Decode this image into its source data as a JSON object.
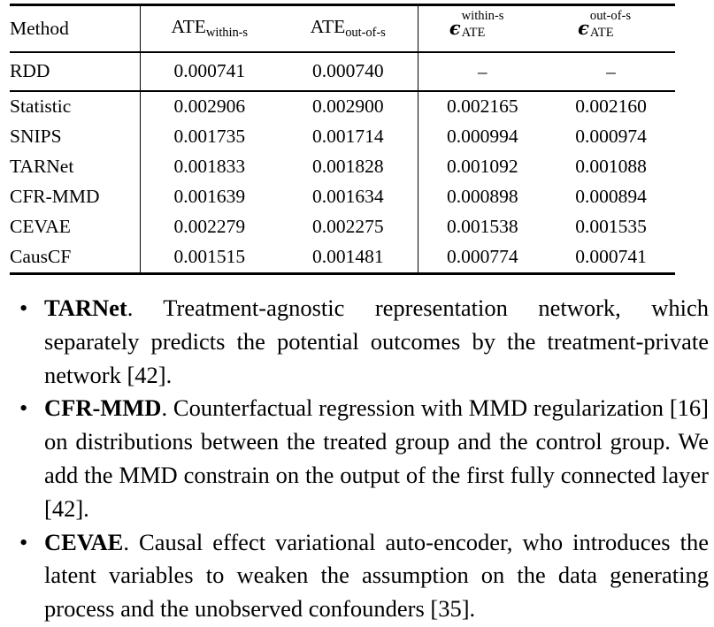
{
  "table": {
    "name": "ate-comparison-table",
    "columns": [
      {
        "key": "method",
        "label": "Method",
        "math": false
      },
      {
        "key": "ate_within",
        "base": "ATE",
        "sub": "within-s",
        "sup": "",
        "math": true
      },
      {
        "key": "ate_out",
        "base": "ATE",
        "sub": "out-of-s",
        "sup": "",
        "math": true
      },
      {
        "key": "eps_within",
        "base": "ϵ",
        "sub": "ATE",
        "sup": "within-s",
        "math": true
      },
      {
        "key": "eps_out",
        "base": "ϵ",
        "sub": "ATE",
        "sup": "out-of-s",
        "math": true
      }
    ],
    "group_baseline": [
      {
        "method": "RDD",
        "ate_within": "0.000741",
        "ate_out": "0.000740",
        "eps_within": "–",
        "eps_out": "–",
        "bold": false
      }
    ],
    "group_models": [
      {
        "method": "Statistic",
        "ate_within": "0.002906",
        "ate_out": "0.002900",
        "eps_within": "0.002165",
        "eps_out": "0.002160",
        "bold": false
      },
      {
        "method": "SNIPS",
        "ate_within": "0.001735",
        "ate_out": "0.001714",
        "eps_within": "0.000994",
        "eps_out": "0.000974",
        "bold": false
      },
      {
        "method": "TARNet",
        "ate_within": "0.001833",
        "ate_out": "0.001828",
        "eps_within": "0.001092",
        "eps_out": "0.001088",
        "bold": false
      },
      {
        "method": "CFR-MMD",
        "ate_within": "0.001639",
        "ate_out": "0.001634",
        "eps_within": "0.000898",
        "eps_out": "0.000894",
        "bold": false
      },
      {
        "method": "CEVAE",
        "ate_within": "0.002279",
        "ate_out": "0.002275",
        "eps_within": "0.001538",
        "eps_out": "0.001535",
        "bold": false
      },
      {
        "method": "CausCF",
        "ate_within": "0.001515",
        "ate_out": "0.001481",
        "eps_within": "0.000774",
        "eps_out": "0.000741",
        "bold": true
      }
    ]
  },
  "bullets": [
    {
      "term": "TARNet",
      "text": ". Treatment-agnostic representation network, which separately predicts the potential outcomes by the treatment-private network [42]."
    },
    {
      "term": "CFR-MMD",
      "text": ". Counterfactual regression with MMD regularization [16] on distributions between the treated group and the control group. We add the MMD constrain on the output of the first fully connected layer [42]."
    },
    {
      "term": "CEVAE",
      "text": ". Causal effect variational auto-encoder, who introduces the latent variables to weaken the assumption on the data generating process and the unobserved confounders [35]."
    }
  ],
  "colors": {
    "text": "#000000",
    "rule": "#000000",
    "background": "#ffffff"
  }
}
